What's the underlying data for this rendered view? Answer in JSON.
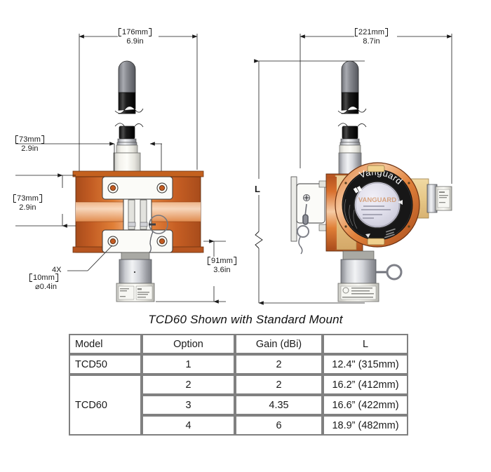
{
  "drawing": {
    "caption": "TCD60 Shown with Standard Mount",
    "brand_text": "Vanguard",
    "views": {
      "left": {
        "name": "front-view"
      },
      "right": {
        "name": "side-view"
      }
    },
    "dimensions": {
      "top_left": {
        "mm": "176mm",
        "inch": "6.9in"
      },
      "top_right": {
        "mm": "221mm",
        "inch": "8.7in"
      },
      "left_upper": {
        "mm": "73mm",
        "inch": "2.9in"
      },
      "left_lower": {
        "mm": "73mm",
        "inch": "2.9in"
      },
      "bottom_mid": {
        "mm": "91mm",
        "inch": "3.6in"
      },
      "hole_note": {
        "count": "4X",
        "mm": "10mm",
        "inch": "⌀0.4in"
      },
      "length_symbol": "L"
    },
    "colors": {
      "housing_dark": "#b8551f",
      "housing_mid": "#d9722f",
      "housing_light": "#f0b384",
      "housing_pale": "#f8dcc0",
      "metal_dark": "#8f9197",
      "metal_light": "#e8e9ec",
      "bezel_black": "#1b1b1b",
      "terminal_tan": "#e8cb8e",
      "line": "#1a1a1a",
      "table_border": "#808080"
    }
  },
  "table": {
    "headers": [
      "Model",
      "Option",
      "Gain (dBi)",
      "L"
    ],
    "rows": [
      {
        "model": "TCD50",
        "model_rowspan": 1,
        "option": "1",
        "gain": "2",
        "l": "12.4\" (315mm)"
      },
      {
        "model": "TCD60",
        "model_rowspan": 3,
        "option": "2",
        "gain": "2",
        "l": "16.2” (412mm)"
      },
      {
        "model": null,
        "model_rowspan": 0,
        "option": "3",
        "gain": "4.35",
        "l": "16.6” (422mm)"
      },
      {
        "model": null,
        "model_rowspan": 0,
        "option": "4",
        "gain": "6",
        "l": "18.9” (482mm)"
      }
    ]
  }
}
